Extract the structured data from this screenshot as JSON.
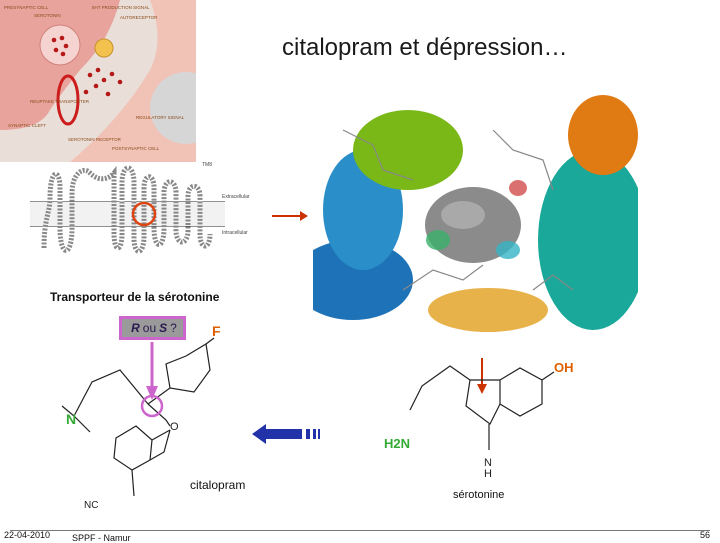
{
  "slide": {
    "title": "citalopram et dépression…"
  },
  "synapse_figure": {
    "labels": [
      "PRESYNAPTIC CELL",
      "5HT PRODUCTION SIGNAL",
      "SEROTONIN",
      "AUTORECEPTOR",
      "REUPTAKE TRANSPORTER",
      "SYNAPTIC CLEFT",
      "SEROTONIN RECEPTOR",
      "REGULATORY SIGNAL",
      "POSTSYNAPTIC CELL"
    ]
  },
  "transporter_figure": {
    "labels": [
      "TM8",
      "Extracellular",
      "Intracellular"
    ],
    "caption": "Transporteur de la sérotonine"
  },
  "citalopram": {
    "rs_label_r": "R",
    "rs_label_ou": "ou",
    "rs_label_s": "S",
    "rs_label_q": "?",
    "atom_f": "F",
    "atom_n": "N",
    "atom_o": "O",
    "atom_nc": "NC",
    "caption": "citalopram"
  },
  "serotonin": {
    "atom_oh": "OH",
    "atom_h2n": "H2N",
    "atom_nh": "N",
    "atom_h": "H",
    "caption": "sérotonine"
  },
  "footer": {
    "date": "22-04-2010",
    "center": "SPPF - Namur",
    "page": "56"
  },
  "colors": {
    "accent_magenta": "#cc66cc",
    "arrow_red": "#cc3300",
    "arrow_blue": "#2233aa",
    "atom_orange": "#e06000",
    "atom_green": "#33aa33",
    "atom_blue": "#2244cc"
  }
}
